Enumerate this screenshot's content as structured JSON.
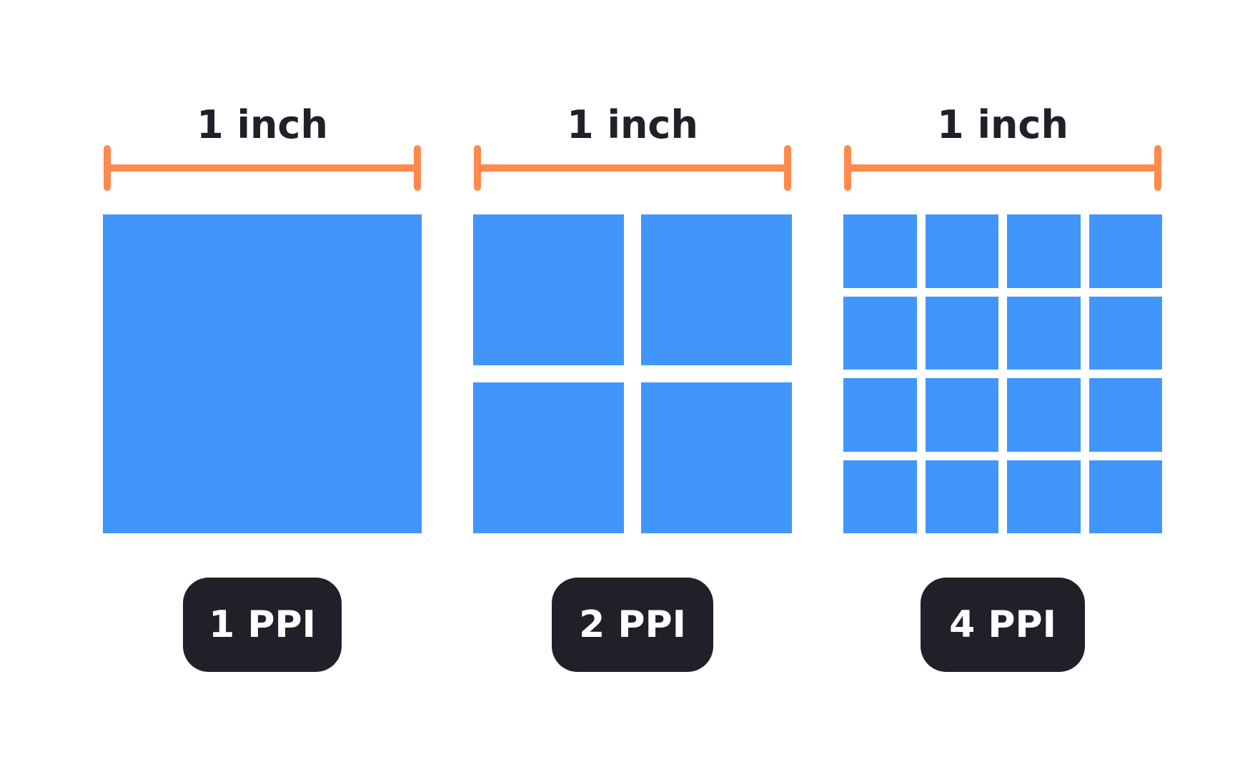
{
  "colors": {
    "ruler": "#ff8a4c",
    "pixel": "#4096fb",
    "badge_bg": "#202128",
    "label_text": "#1f2128",
    "badge_text": "#ffffff",
    "background": "#ffffff"
  },
  "panels": [
    {
      "width_label": "1 inch",
      "ppi": 1,
      "badge_label": "1 PPI"
    },
    {
      "width_label": "1 inch",
      "ppi": 2,
      "badge_label": "2 PPI"
    },
    {
      "width_label": "1 inch",
      "ppi": 4,
      "badge_label": "4 PPI"
    }
  ]
}
